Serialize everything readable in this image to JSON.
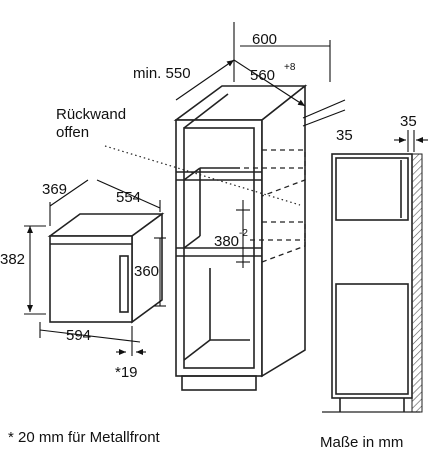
{
  "dimensions": {
    "cabinet_width": "600",
    "min_depth": "min. 550",
    "niche_width": "560",
    "niche_width_tol": "+8",
    "side_offset": "35",
    "rear_gap": "35",
    "rear_wall_line1": "Rückwand",
    "rear_wall_line2": "offen",
    "niche_height": "380",
    "niche_height_tol": "-2",
    "appliance_depth": "369",
    "appliance_width": "554",
    "appliance_height": "382",
    "appliance_inner_height": "360",
    "front_width": "594",
    "front_thickness": "*19"
  },
  "footnote": "* 20 mm für Metallfront",
  "units_label": "Maße in mm"
}
